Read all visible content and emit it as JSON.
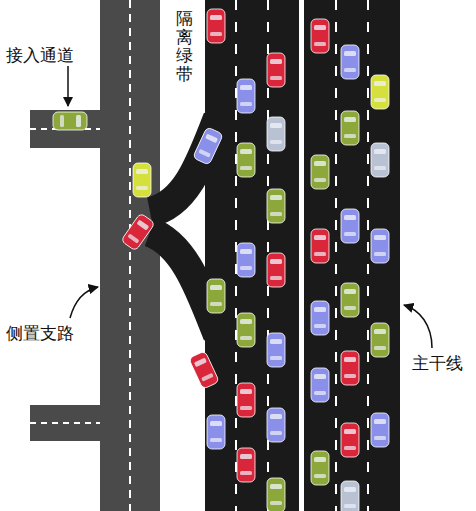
{
  "diagram": {
    "labels": [
      "接入通道",
      "隔离绿带",
      "侧置支路",
      "主干线"
    ]
  }
}
